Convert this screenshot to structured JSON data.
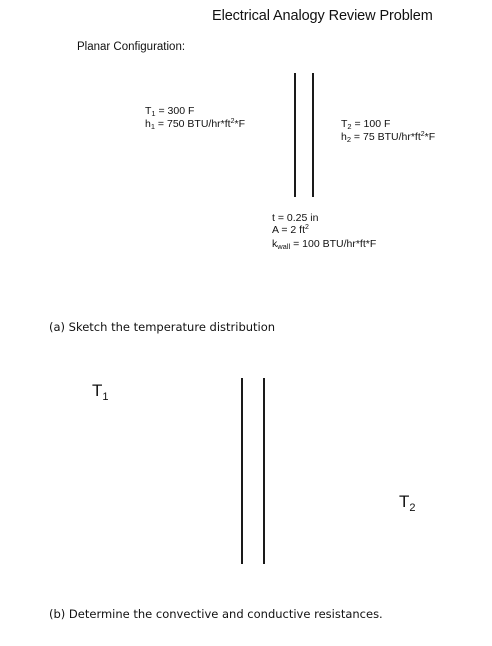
{
  "header": {
    "title": "Electrical Analogy Review Problem",
    "subtitle": "Planar Configuration:"
  },
  "given": {
    "left": {
      "t_label": "T",
      "t_sub": "1",
      "t_value": " = 300 F",
      "h_label": "h",
      "h_sub": "1",
      "h_value": " = 750 BTU/hr*ft",
      "h_exp": "2",
      "h_tail": "*F"
    },
    "right": {
      "t_label": "T",
      "t_sub": "2",
      "t_value": " = 100 F",
      "h_label": "h",
      "h_sub": "2",
      "h_value": " = 75 BTU/hr*ft",
      "h_exp": "2",
      "h_tail": "*F"
    },
    "wall": {
      "thickness": "t = 0.25 in",
      "area_prefix": "A = 2 ft",
      "area_exp": "2",
      "k_label": "k",
      "k_sub": "wall",
      "k_value": " = 100 BTU/hr*ft*F"
    }
  },
  "questions": {
    "a": "(a) Sketch the temperature distribution",
    "b": "(b)  Determine the convective and conductive resistances."
  },
  "sketch": {
    "t1_label": "T",
    "t1_sub": "1",
    "t2_label": "T",
    "t2_sub": "2"
  }
}
